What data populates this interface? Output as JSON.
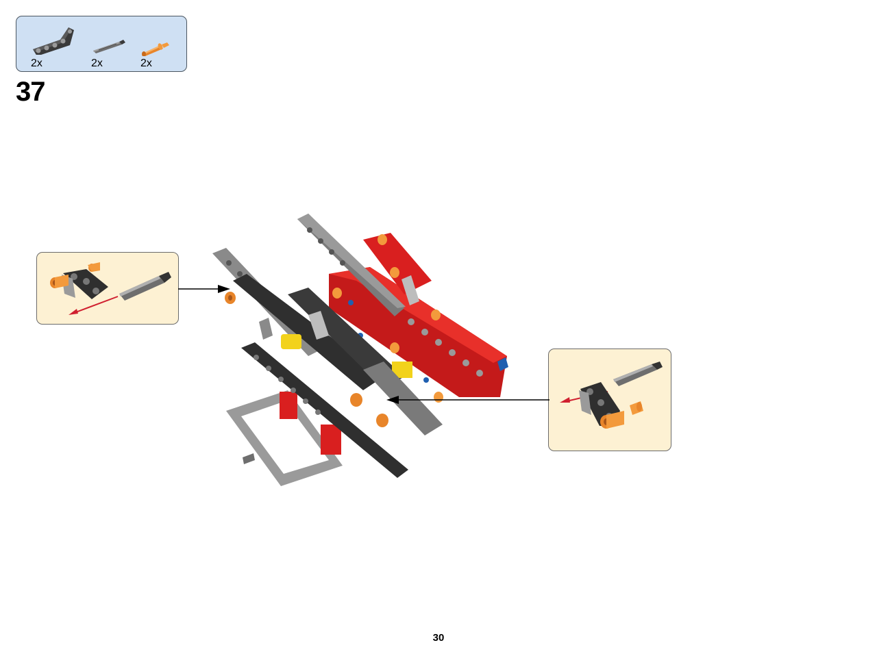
{
  "parts_list": {
    "items": [
      {
        "icon": "black-angled-liftarm-icon",
        "qty": "2x"
      },
      {
        "icon": "gray-axle-icon",
        "qty": "2x"
      },
      {
        "icon": "orange-pin-icon",
        "qty": "2x"
      }
    ]
  },
  "step": {
    "number": "37"
  },
  "page": {
    "number": "30"
  },
  "colors": {
    "parts_bg": "#cfe0f3",
    "callout_bg": "#fdf1d3",
    "beam_dark": "#3c3c3c",
    "beam_gray": "#8a8a8a",
    "red": "#d91f1f",
    "orange": "#f39a3c",
    "yellow": "#f2d21b",
    "blue": "#1f5fb0",
    "arrow_red": "#d02030"
  }
}
